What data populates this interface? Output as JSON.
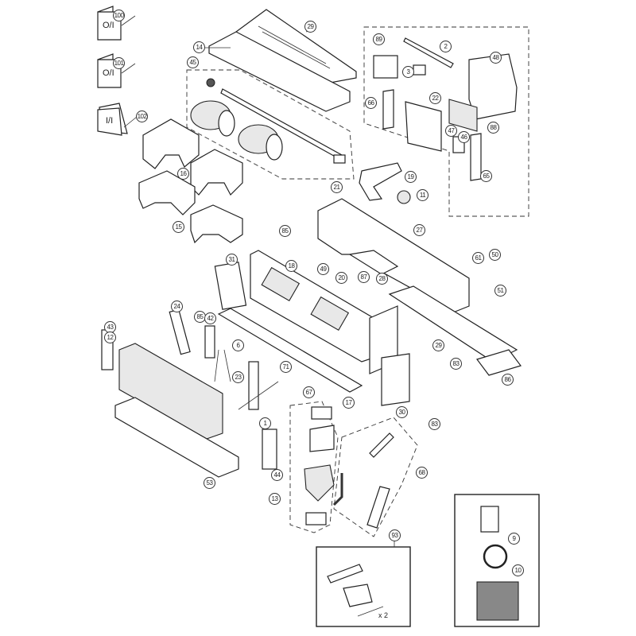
{
  "title": "Exploded parts diagram - ducted indoor unit",
  "booklets": [
    {
      "label": "O/I",
      "ref": "100"
    },
    {
      "label": "O/I",
      "ref": "101"
    },
    {
      "label": "I/I",
      "ref": "102"
    }
  ],
  "callouts": [
    "29",
    "14",
    "45",
    "16",
    "15",
    "21",
    "85",
    "89",
    "2",
    "3",
    "48",
    "22",
    "66",
    "47",
    "88",
    "46",
    "65",
    "19",
    "11",
    "27",
    "31",
    "18",
    "49",
    "20",
    "87",
    "28",
    "61",
    "50",
    "51",
    "24",
    "85",
    "42",
    "6",
    "23",
    "71",
    "67",
    "17",
    "29",
    "83",
    "86",
    "30",
    "43",
    "12",
    "1",
    "53",
    "44",
    "13",
    "83",
    "68",
    "93",
    "9",
    "10"
  ],
  "accessory_kit": {
    "quantity_label": "x 2"
  }
}
